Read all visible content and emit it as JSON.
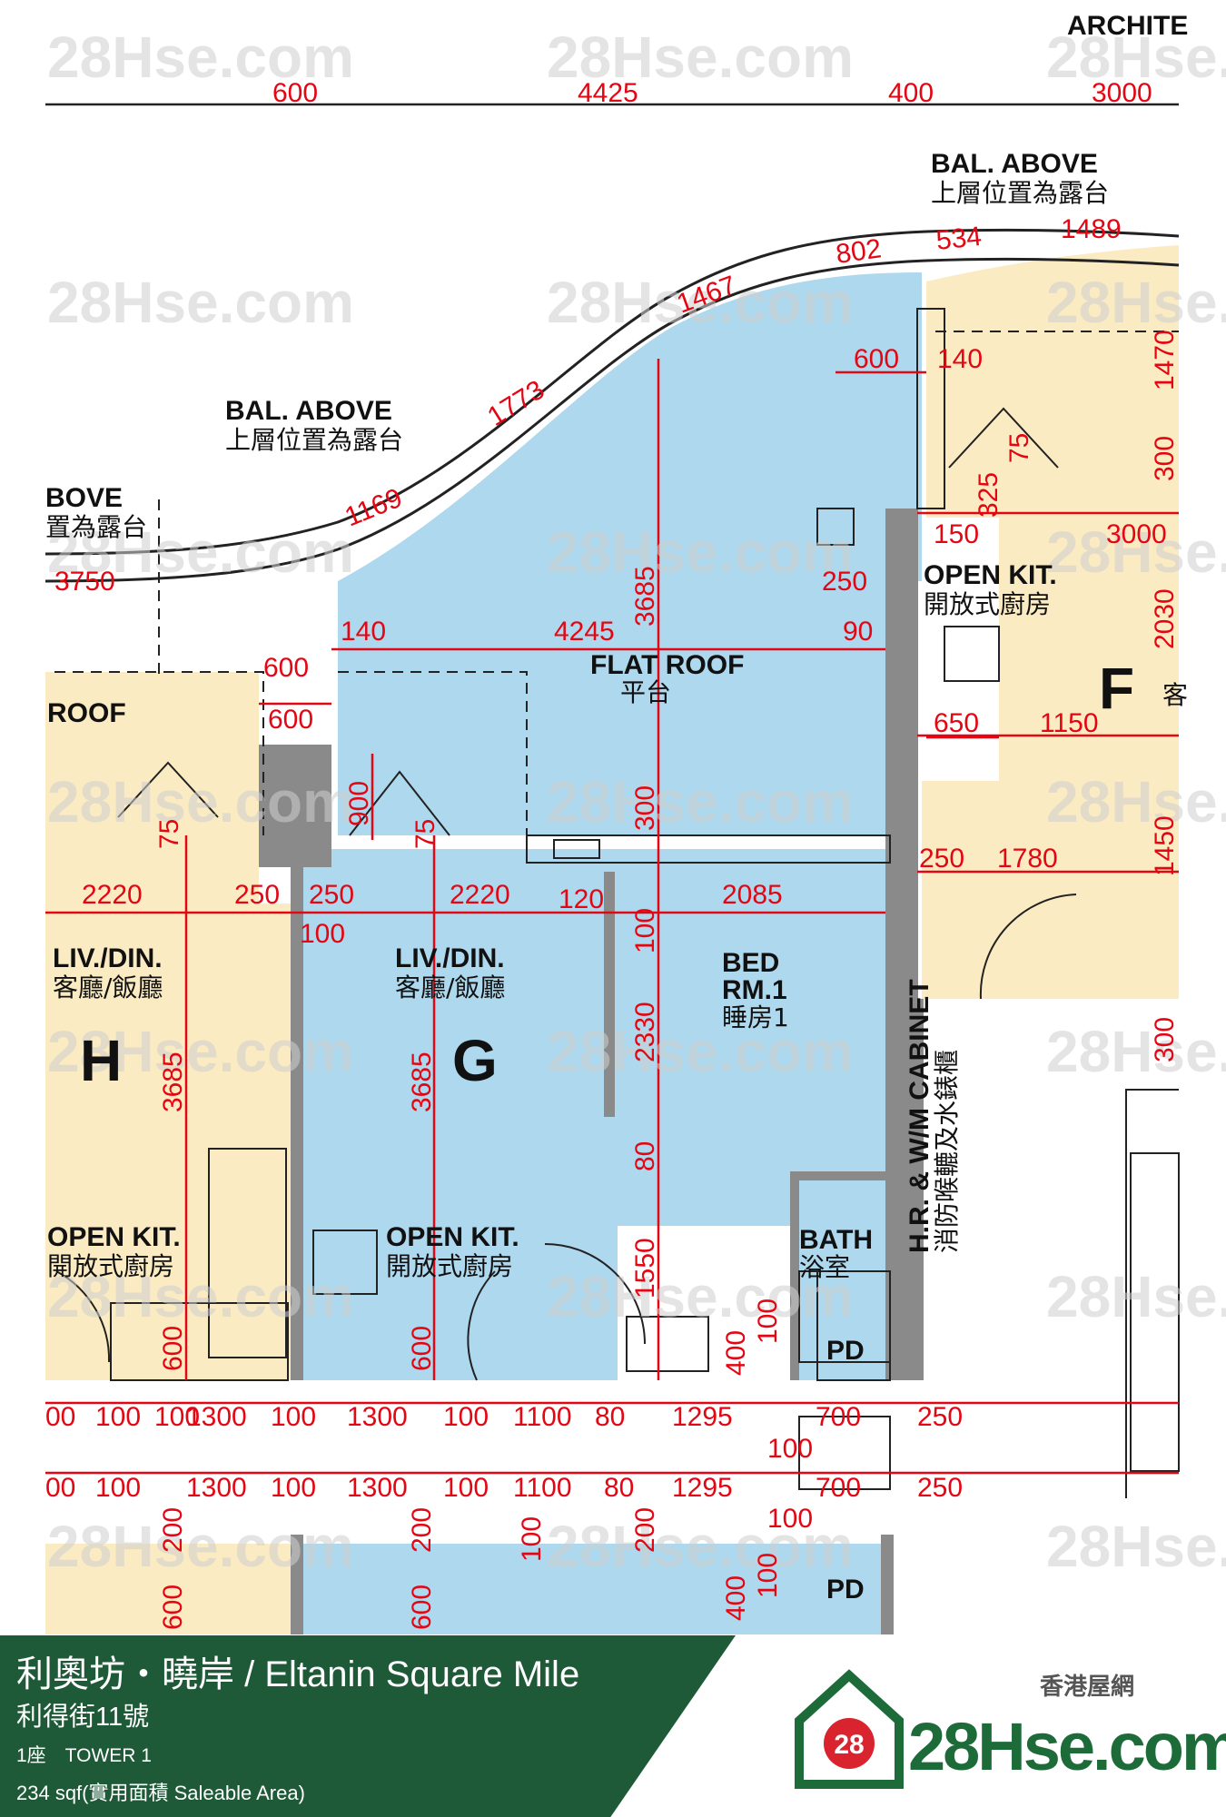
{
  "plan": {
    "units": {
      "g": "G",
      "h": "H",
      "f": "F"
    },
    "rooms": {
      "flat_roof_en": "FLAT ROOF",
      "flat_roof_zh": "平台",
      "roof_left": "ROOF",
      "liv_g_en": "LIV./DIN.",
      "liv_g_zh": "客廳/飯廳",
      "liv_h_en": "LIV./DIN.",
      "liv_h_zh": "客廳/飯廳",
      "bed_en1": "BED",
      "bed_en2": "RM.1",
      "bed_zh": "睡房1",
      "bath_en": "BATH",
      "bath_zh": "浴室",
      "kit_g_en": "OPEN KIT.",
      "kit_g_zh": "開放式廚房",
      "kit_h_en": "OPEN KIT.",
      "kit_h_zh": "開放式廚房",
      "kit_f_en": "OPEN KIT.",
      "kit_f_zh": "開放式廚房",
      "pd1": "PD",
      "pd2": "PD",
      "bal1_en": "BAL. ABOVE",
      "bal1_zh": "上層位置為露台",
      "bal2_en": "BAL. ABOVE",
      "bal2_zh": "上層位置為露台",
      "bal3_en": "BOVE",
      "bal3_zh": "置為露台",
      "cabinet_en": "H.R. & W/M CABINET",
      "cabinet_zh": "消防喉轆及水錶櫃",
      "archite": "ARCHITE",
      "f_partial_zh": "客"
    },
    "dims": {
      "d600a": "600",
      "d4425": "4425",
      "d400": "400",
      "d3000a": "3000",
      "d802": "802",
      "d534": "534",
      "d1489": "1489",
      "d1467": "1467",
      "d1773": "1773",
      "d1169": "1169",
      "d3750": "3750",
      "d600b": "600",
      "d140a": "140",
      "d140b": "140",
      "d4245": "4245",
      "d90": "90",
      "d3685a": "3685",
      "d250a": "250",
      "d600c": "600",
      "d600d": "600",
      "d900": "900",
      "d75a": "75",
      "d75b": "75",
      "d300a": "300",
      "d2220a": "2220",
      "d250b": "250",
      "d250c": "250",
      "d2220b": "2220",
      "d120": "120",
      "d2085": "2085",
      "d100a": "100",
      "d100b": "100",
      "d3685b": "3685",
      "d3685c": "3685",
      "d2330": "2330",
      "d80": "80",
      "d1550": "1550",
      "d400b": "400",
      "d100c": "100",
      "d600e": "600",
      "d600f": "600",
      "d75c": "75",
      "d325": "325",
      "d150": "150",
      "d3000b": "3000",
      "d650": "650",
      "d1150": "1150",
      "d250d": "250",
      "d1780": "1780",
      "d1470": "1470",
      "d300b": "300",
      "d2030": "2030",
      "d1450": "1450",
      "d300c": "300",
      "row1": [
        "00",
        "100",
        "100",
        "1300",
        "100",
        "1300",
        "100",
        "1100",
        "80",
        "1295",
        "700",
        "250",
        "100"
      ],
      "row2": [
        "00",
        "100",
        "1300",
        "100",
        "1300",
        "100",
        "1100",
        "80",
        "1295",
        "700",
        "250",
        "100"
      ],
      "v200a": "200",
      "v200b": "200",
      "v200c": "200",
      "v100": "100",
      "v600a": "600",
      "v600b": "600",
      "v400": "400",
      "v100b": "100"
    },
    "watermark": "28Hse.com",
    "badge": "28"
  },
  "footer": {
    "title": "利奧坊・曉岸 / Eltanin Square Mile",
    "address": "利得街11號",
    "tower": "1座　TOWER 1",
    "area": "234 sqf(實用面積 Saleable Area)",
    "brand_name": "香港屋網",
    "brand_badge": "28",
    "brand_text": "28Hse.com"
  },
  "colors": {
    "blue_unit": "#add8ee",
    "beige_unit": "#fbebc2",
    "dim_red": "#e30613",
    "wall_gray": "#8a8a8a",
    "brand_green": "#1e5a37"
  }
}
